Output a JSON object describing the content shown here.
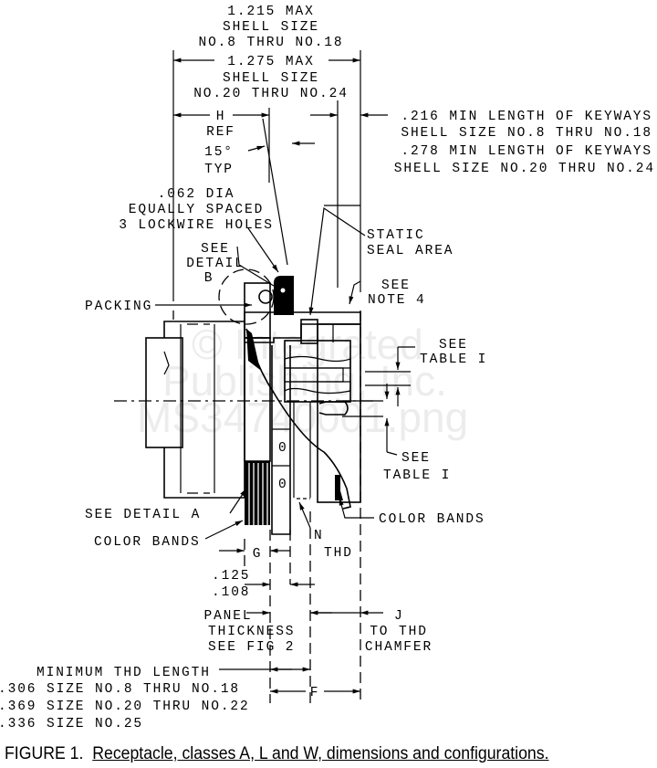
{
  "dims": {
    "max_1215": "1.215 MAX",
    "shell_size_a": "SHELL SIZE",
    "range_8_18": "NO.8 THRU NO.18",
    "max_1275": "1.275 MAX",
    "shell_size_b": "SHELL SIZE",
    "range_20_24": "NO.20 THRU NO.24",
    "h": "H",
    "ref": "REF",
    "angle": "15°",
    "typ": "TYP",
    "keyway_216": ".216 MIN LENGTH OF KEYWAYS",
    "keyway_216_size": "SHELL SIZE NO.8 THRU NO.18",
    "keyway_278": ".278 MIN LENGTH OF KEYWAYS",
    "keyway_278_size": "SHELL SIZE NO.20 THRU NO.24",
    "g": "G",
    "n": "N",
    "thd": "THD",
    "d125": ".125",
    "d108": ".108",
    "j": "J",
    "f": "F"
  },
  "labels": {
    "lockwire_1": ".062 DIA",
    "lockwire_2": "EQUALLY SPACED",
    "lockwire_3": "3 LOCKWIRE HOLES",
    "static_1": "STATIC",
    "static_2": "SEAL AREA",
    "see_detail_b_1": "SEE",
    "see_detail_b_2": "DETAIL",
    "see_detail_b_3": "B",
    "see_note_1": "SEE",
    "see_note_2": "NOTE 4",
    "packing": "PACKING",
    "table_top_1": "SEE",
    "table_top_2": "TABLE I",
    "table_bot_1": "SEE",
    "table_bot_2": "TABLE I",
    "see_detail_a": "SEE DETAIL A",
    "color_bands_left": "COLOR BANDS",
    "color_bands_right": "COLOR BANDS",
    "panel_1": "PANEL",
    "panel_2": "THICKNESS",
    "panel_3": "SEE FIG 2",
    "chamfer_1": "TO THD",
    "chamfer_2": "CHAMFER",
    "min_thd": "MINIMUM THD LENGTH",
    "thd_1": ".306 SIZE NO.8 THRU NO.18",
    "thd_2": ".369 SIZE NO.20 THRU NO.22",
    "thd_3": ".336 SIZE NO.25",
    "zero_a": "0",
    "zero_b": "0"
  },
  "watermark": {
    "line1": "© Integrated",
    "line2": "Publishing, Inc.",
    "line3": "MS34740001.png"
  },
  "caption": {
    "prefix": "FIGURE 1.",
    "title": "Receptacle, classes A, L and W, dimensions and configurations."
  }
}
